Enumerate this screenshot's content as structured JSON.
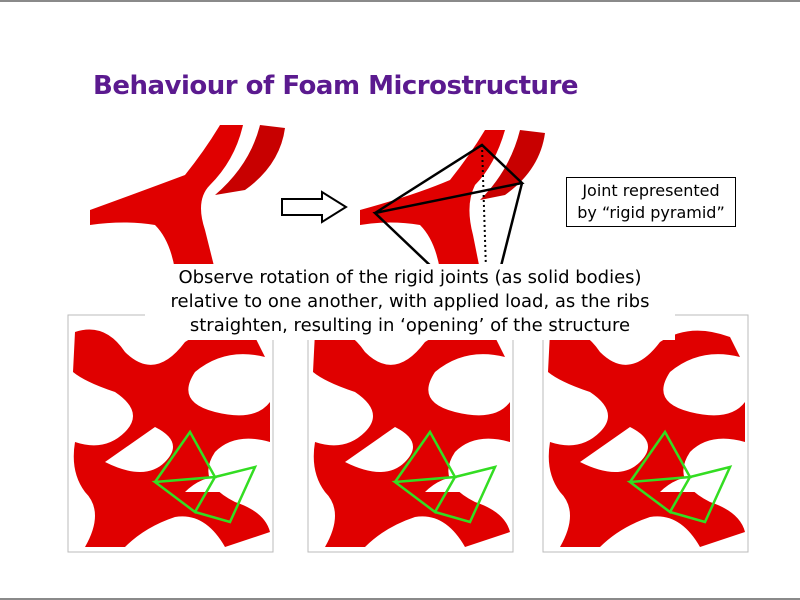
{
  "slide": {
    "title": "Behaviour of Foam Microstructure",
    "joint_note_line1": "Joint represented",
    "joint_note_line2": "by “rigid pyramid”",
    "caption_line1": "Observe rotation of the rigid joints (as solid bodies)",
    "caption_line2": "relative to one another, with applied load, as the ribs",
    "caption_line3": "straighten, resulting in ‘opening’ of the structure"
  },
  "colors": {
    "title": "#5b1a8f",
    "foam": "#e00000",
    "pyramid": "#33dd22"
  },
  "icons": {
    "arrow": "right-arrow-outline-icon"
  }
}
